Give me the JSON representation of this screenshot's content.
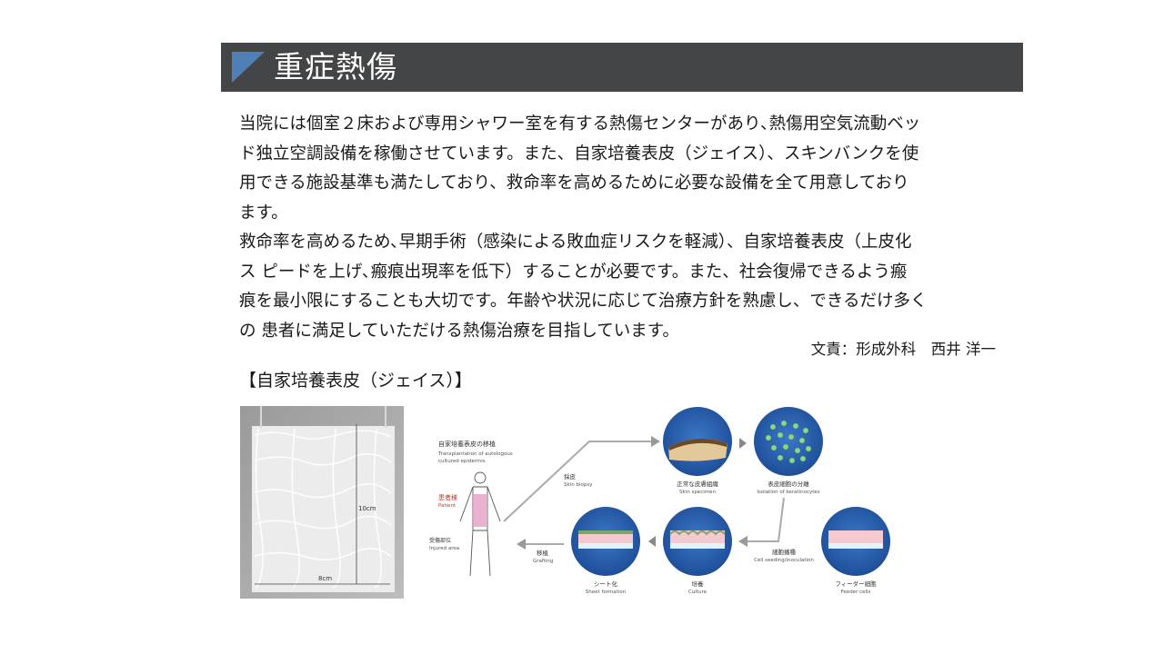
{
  "header": {
    "title": "重症熱傷"
  },
  "body": {
    "lines": [
      "当院には個室２床および専用シャワー室を有する熱傷センターがあり､熱傷用空気流動ベッ",
      "ド独立空調設備を稼働させています。また、自家培養表皮（ジェイス）、スキンバンクを使",
      "用できる施設基準も満たしており、救命率を高めるために必要な設備を全て用意しており",
      "ます。",
      "救命率を高めるため､早期手術（感染による敗血症リスクを軽減）、自家培養表皮（上皮化",
      "ス ピードを上げ､瘢痕出現率を低下）することが必要です。また、社会復帰できるよう瘢",
      "痕を最小限にすることも大切です。年齢や状況に応じて治療方針を熟慮し、できるだけ多く",
      "の 患者に満足していただける熱傷治療を目指しています。"
    ],
    "author": "文責：形成外科　西井 洋一"
  },
  "figure": {
    "caption": "【自家培養表皮（ジェイス）】",
    "photo": {
      "width_label": "8cm",
      "height_label": "10cm"
    },
    "diagram": {
      "heading_jp": "自家培養表皮の移植",
      "heading_en1": "Transplantation of autologous",
      "heading_en2": "cultured epidermis",
      "patient_jp": "患者様",
      "patient_en": "Patient",
      "injured_jp": "受傷部位",
      "injured_en": "Injured area",
      "biopsy_jp": "採皮",
      "biopsy_en": "Skin biopsy",
      "specimen_jp": "正常な皮膚組織",
      "specimen_en": "Skin specimen",
      "isolation_jp": "表皮細胞の分離",
      "isolation_en": "Isolation of keratinocytes",
      "seeding_jp": "細胞播種",
      "seeding_en": "Cell seeding/inoculation",
      "feeder_jp": "フィーダー細胞",
      "feeder_en": "Feeder cells",
      "culture_jp": "培養",
      "culture_en": "Culture",
      "sheet_jp": "シート化",
      "sheet_en": "Sheet formation",
      "grafting_jp": "移植",
      "grafting_en": "Grafting"
    }
  }
}
